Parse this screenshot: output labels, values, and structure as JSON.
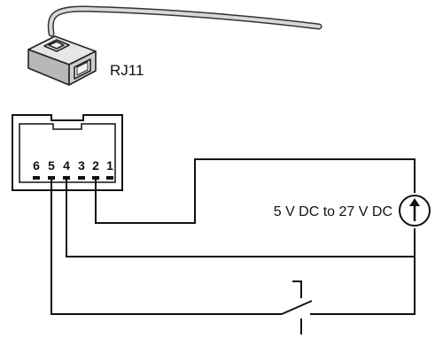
{
  "connector": {
    "name": "RJ11"
  },
  "jack": {
    "pin_labels": [
      "6",
      "5",
      "4",
      "3",
      "2",
      "1"
    ]
  },
  "source": {
    "label": "5 V DC to 27 V DC",
    "icon": "up-arrow-current-source"
  },
  "switch": {
    "icon": "normally-open-switch"
  },
  "colors": {
    "ink": "#111111",
    "plug_body": "#d0d0d0",
    "cable": "#d8d8d8"
  }
}
